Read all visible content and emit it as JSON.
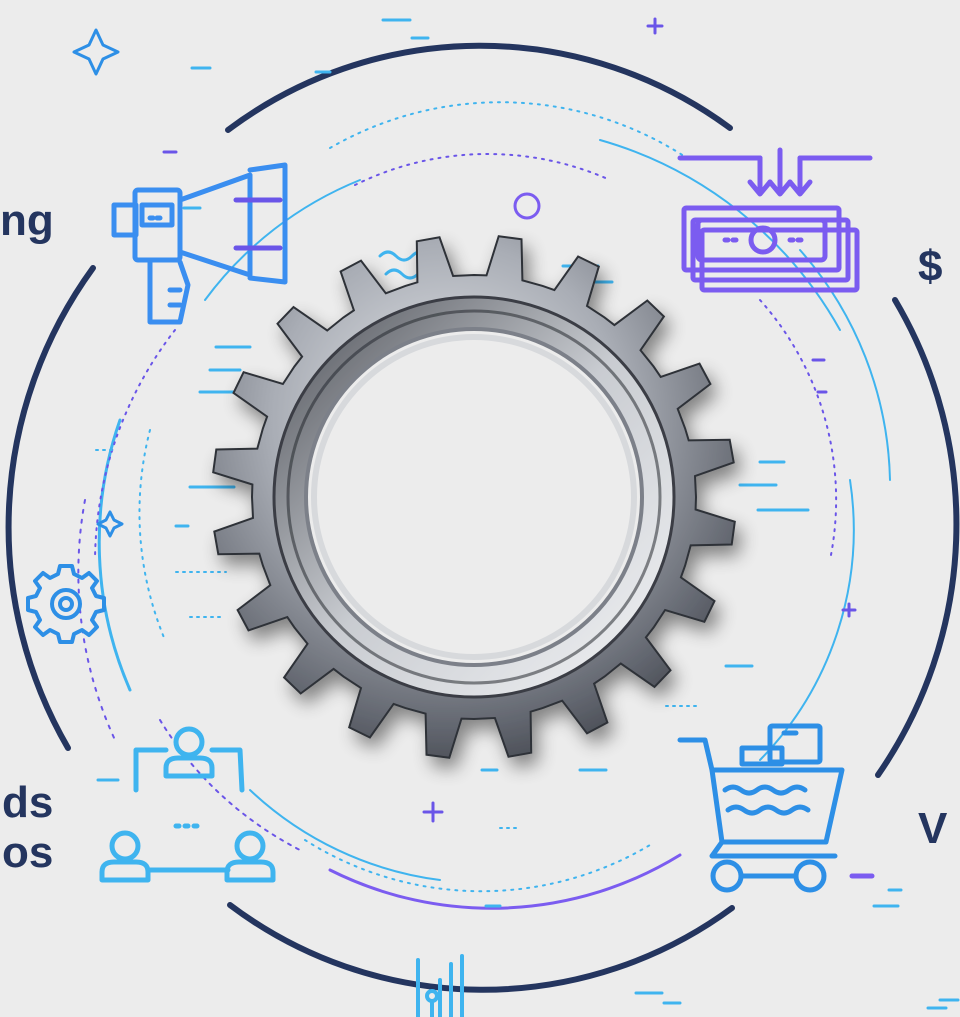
{
  "labels": {
    "top_left": "ng",
    "top_right": "$",
    "bottom_left_line1": "ds",
    "bottom_left_line2": "os",
    "bottom_right": "V"
  },
  "colors": {
    "background": "#ececec",
    "text": "#24355f",
    "ring": "#24355f",
    "blue": "#2d8fe6",
    "light_blue": "#3fb4ef",
    "purple": "#7b5cf0",
    "violet": "#6a55e8",
    "gear_light": "#e2e4e8",
    "gear_dark": "#3d4048"
  },
  "icons": [
    "megaphone-icon",
    "money-stack-icon",
    "gear-settings-icon",
    "team-hierarchy-icon",
    "shopping-cart-icon",
    "bar-chart-icon",
    "sparkle-icon"
  ]
}
